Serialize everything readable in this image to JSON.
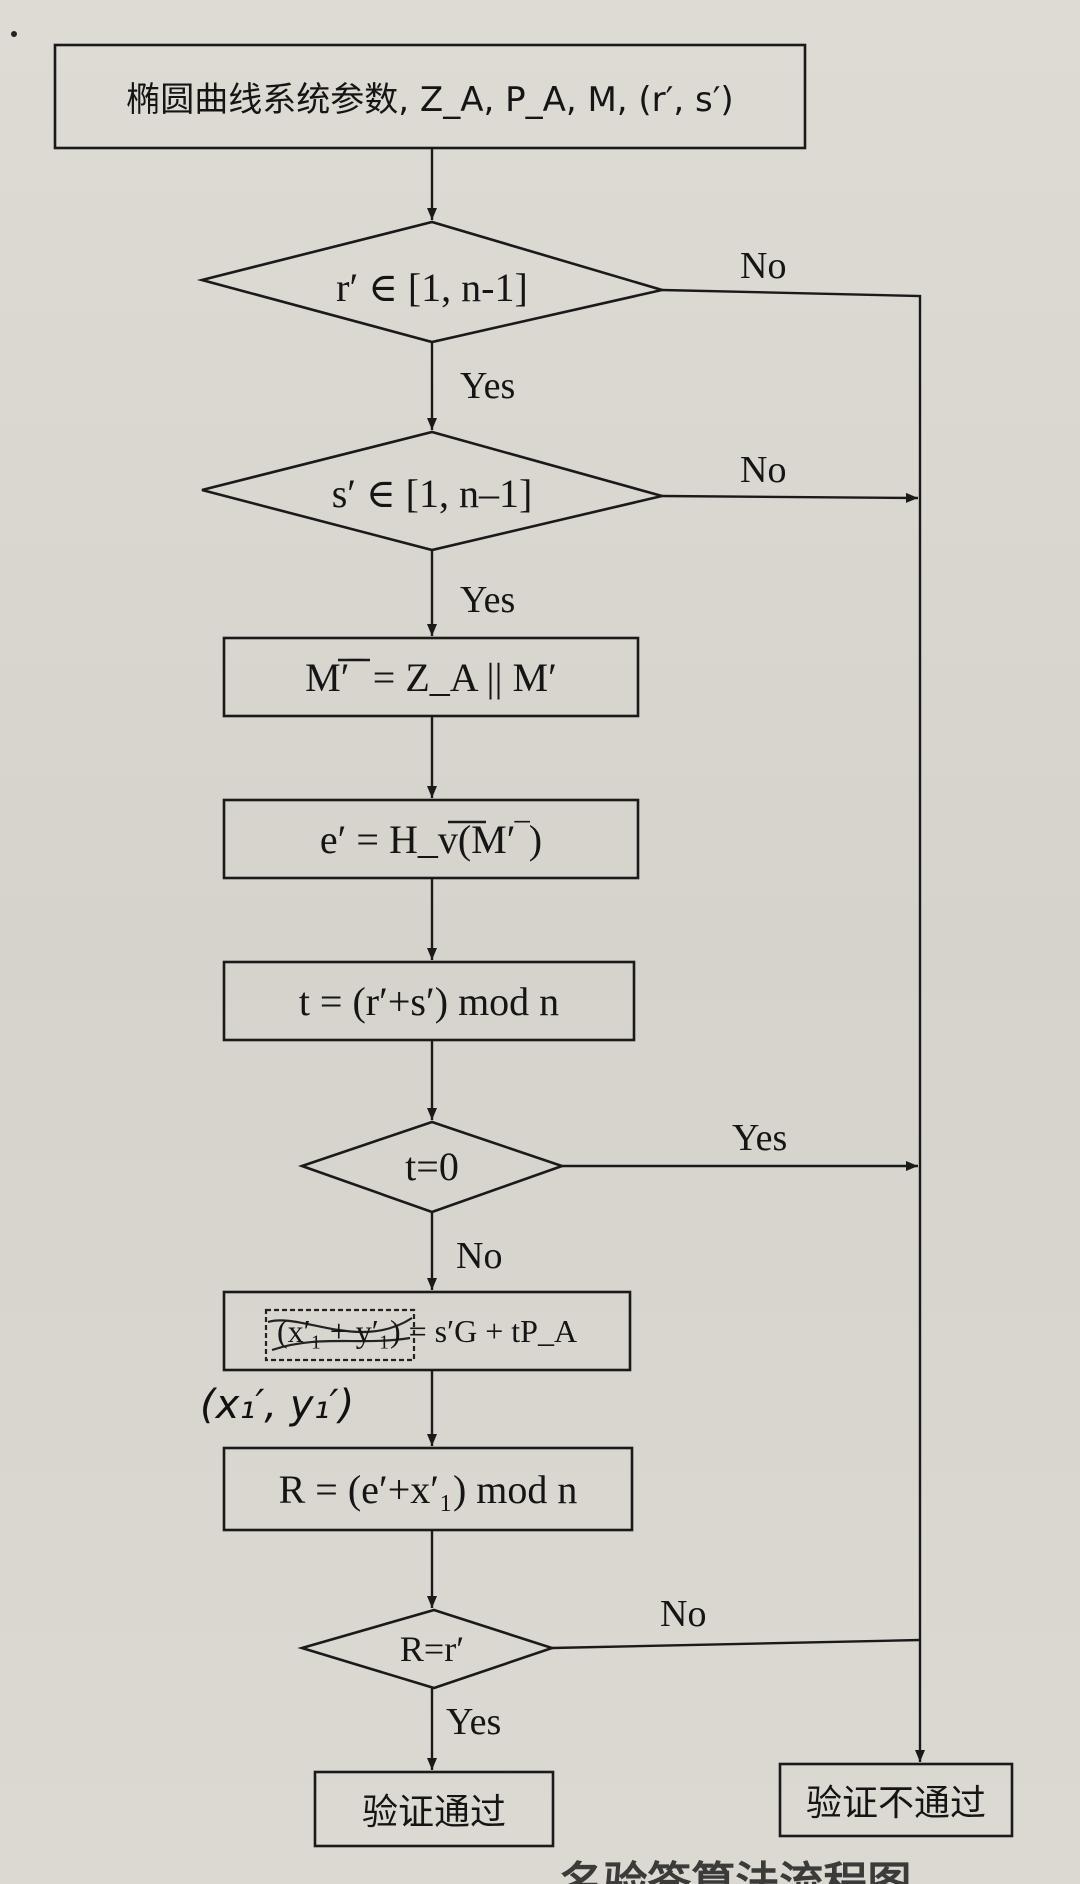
{
  "nodes": {
    "start": {
      "text": "椭圆曲线系统参数, Z_A, P_A, M, (r′, s′)"
    },
    "check_r": {
      "text": "r′ ∈ [1, n-1]"
    },
    "check_s": {
      "text": "s′ ∈ [1, n–1]"
    },
    "concat": {
      "text": "M′‾ = Z_A || M′"
    },
    "hash": {
      "text": "e′ = H_v(M′‾)"
    },
    "compute_t": {
      "text": "t = (r′+s′) mod n"
    },
    "check_t": {
      "text": "t=0"
    },
    "point": {
      "text": "(x′₁ + y′₁) = s′G + tP_A"
    },
    "compute_R": {
      "text": "R = (e′+x′₁) mod n"
    },
    "check_R": {
      "text": "R=r′"
    },
    "pass": {
      "text": "验证通过"
    },
    "fail": {
      "text": "验证不通过"
    }
  },
  "edge_labels": {
    "r_no": "No",
    "r_yes": "Yes",
    "s_no": "No",
    "s_yes": "Yes",
    "t_yes": "Yes",
    "t_no": "No",
    "R_no": "No",
    "R_yes": "Yes"
  },
  "handwritten_note": "(x₁′, y₁′)",
  "caption": "… 名验签算法流程图"
}
